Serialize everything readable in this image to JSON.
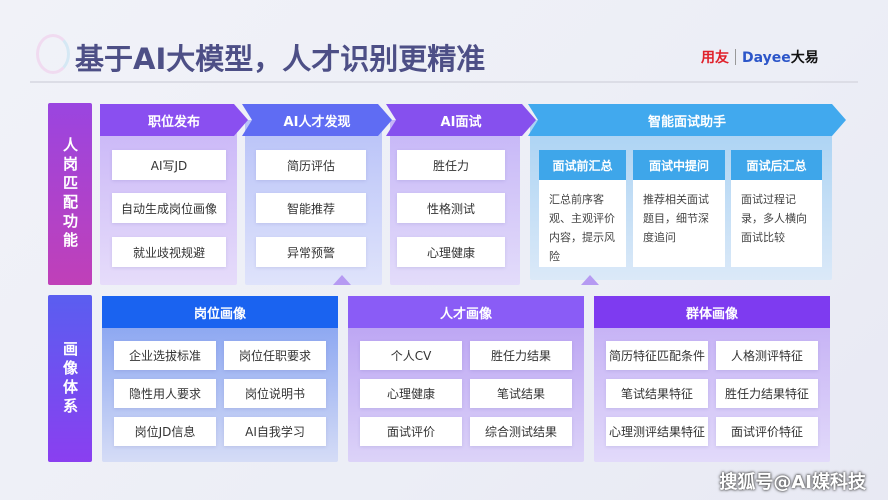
{
  "title": "基于AI大模型，人才识别更精准",
  "logo": {
    "yonyou": "用友",
    "dayee": "Dayee",
    "dayee_cn": "大易"
  },
  "side": {
    "top": "人岗匹配功能",
    "bottom": "画像体系"
  },
  "stages": [
    {
      "label": "职位发布",
      "items": [
        "AI写JD",
        "自动生成岗位画像",
        "就业歧视规避"
      ]
    },
    {
      "label": "AI人才发现",
      "items": [
        "简历评估",
        "智能推荐",
        "异常预警"
      ]
    },
    {
      "label": "AI面试",
      "items": [
        "胜任力",
        "性格测试",
        "心理健康"
      ]
    }
  ],
  "assistant": {
    "label": "智能面试助手",
    "subs": [
      {
        "title": "面试前汇总",
        "body": "汇总前序客观、主观评价内容，提示风险"
      },
      {
        "title": "面试中提问",
        "body": "推荐相关面试题目，细节深度追问"
      },
      {
        "title": "面试后汇总",
        "body": "面试过程记录，多人横向面试比较"
      }
    ]
  },
  "portraits": [
    {
      "label": "岗位画像",
      "color": "#1a63f0",
      "items": [
        "企业选拔标准",
        "岗位任职要求",
        "隐性用人要求",
        "岗位说明书",
        "岗位JD信息",
        "AI自我学习"
      ]
    },
    {
      "label": "人才画像",
      "color": "#8a5cf6",
      "items": [
        "个人CV",
        "胜任力结果",
        "心理健康",
        "笔试结果",
        "面试评价",
        "综合测试结果"
      ]
    },
    {
      "label": "群体画像",
      "color": "#7e3bf0",
      "items": [
        "简历特征匹配条件",
        "人格测评特征",
        "笔试结果特征",
        "胜任力结果特征",
        "心理测评结果特征",
        "面试评价特征"
      ]
    }
  ],
  "watermark": "搜狐号@AI媒科技"
}
